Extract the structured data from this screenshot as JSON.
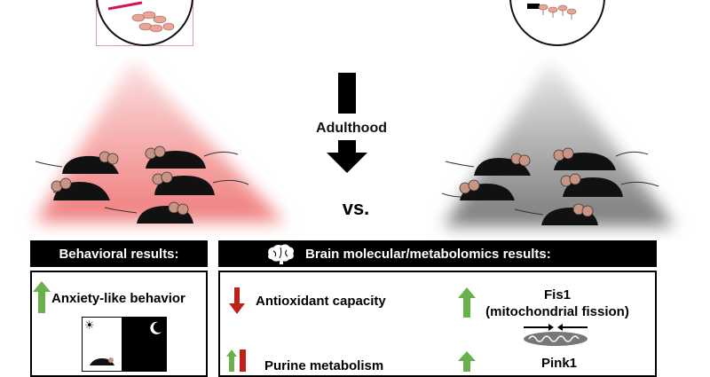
{
  "center": {
    "time_label": "Adulthood",
    "comparison_label": "vs."
  },
  "behavioral": {
    "title": "Behavioral results:",
    "items": [
      {
        "label": "Anxiety-like behavior",
        "direction": "up"
      }
    ],
    "test_icons": [
      "sun-icon",
      "moon-icon"
    ]
  },
  "brain": {
    "title": "Brain molecular/metabolomics results:",
    "icon": "brain-icon",
    "items": [
      {
        "label": "Antioxidant capacity",
        "direction": "down"
      },
      {
        "label": "Fis1",
        "sub": "(mitochondrial fission)",
        "direction": "up"
      },
      {
        "label": "Purine metabolism",
        "direction": "up-down"
      },
      {
        "label": "Pink1",
        "direction": "up"
      }
    ]
  },
  "colors": {
    "red_light": "#f08080",
    "grey_dark": "#8a8a8a",
    "arrow_green": "#6ab04c",
    "arrow_red": "#c0201a",
    "mouse_ear": "#c99484",
    "laser_red": "#d4145a"
  }
}
